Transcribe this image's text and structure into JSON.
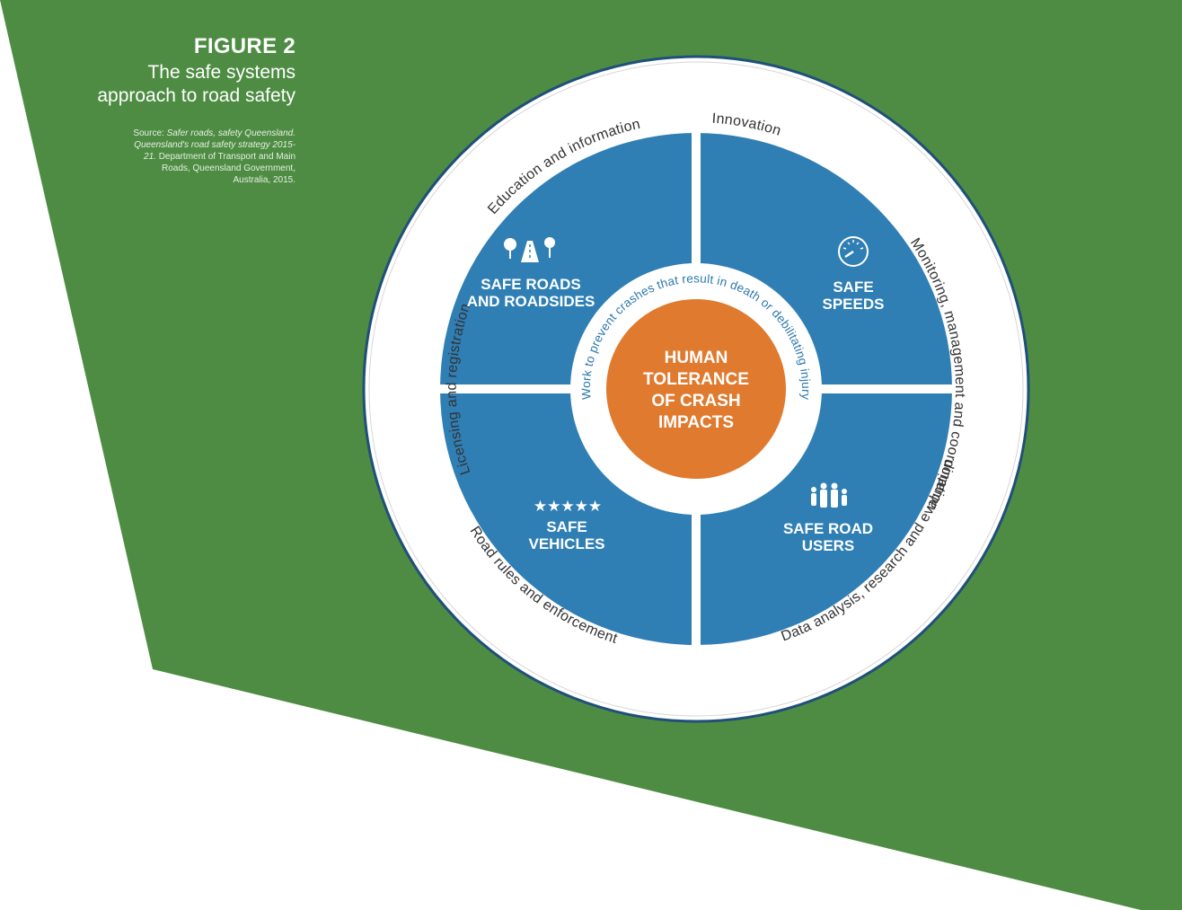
{
  "figure": {
    "number": "FIGURE 2",
    "title_line1": "The safe systems",
    "title_line2": "approach to road safety",
    "source_prefix": "Source: ",
    "source_italic": "Safer roads, safety Queensland. Queensland's road safety strategy 2015-21.",
    "source_rest": " Department of Transport and Main Roads, Queensland Government, Australia, 2015."
  },
  "outer_ring": [
    "Innovation",
    "Education and information",
    "Monitoring, management and coordination",
    "Licensing and registration",
    "Road rules and enforcement",
    "Data analysis, research and evaluation"
  ],
  "quadrants": {
    "top_left": {
      "line1": "SAFE ROADS",
      "line2": "AND ROADSIDES",
      "icon": "road-trees-icon"
    },
    "top_right": {
      "line1": "SAFE",
      "line2": "SPEEDS",
      "icon": "speedometer-icon"
    },
    "bottom_left": {
      "line1": "SAFE",
      "line2": "VEHICLES",
      "icon": "five-stars-icon",
      "stars": "★★★★★"
    },
    "bottom_right": {
      "line1": "SAFE ROAD",
      "line2": "USERS",
      "icon": "family-icon"
    }
  },
  "inner_ring_text": "Work to prevent crashes that result in death or debilitating injury",
  "center": {
    "line1": "HUMAN",
    "line2": "TOLERANCE",
    "line3": "OF CRASH",
    "line4": "IMPACTS"
  },
  "colors": {
    "background_panel": "#4e8c43",
    "quadrant_blue": "#2f7fb5",
    "center_orange": "#e07a2e",
    "inner_text": "#2d78ad",
    "ring_border": "#1f4f7a"
  }
}
